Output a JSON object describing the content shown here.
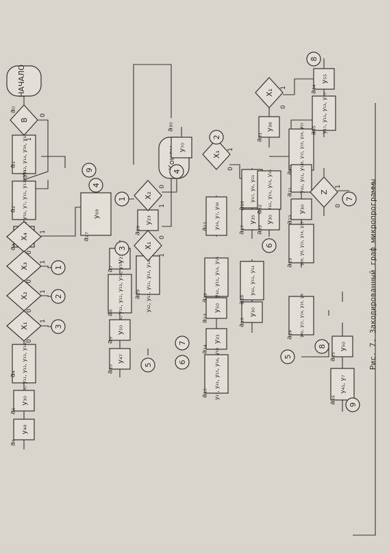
{
  "figure": {
    "caption": "Рис. 7. Закодированный граф микропрограммы"
  },
  "terminals": {
    "start": "НАЧАЛО",
    "end": "Конец"
  },
  "states": {
    "a0": "a₀",
    "a1": "a₁",
    "a2": "a₂",
    "a3": "a₃",
    "a4": "a₄",
    "a5": "a₅",
    "a6": "a₆",
    "a7": "a₇",
    "a8": "a₈",
    "a9": "a₉",
    "a10": "a₁₀",
    "a11": "a₁₁",
    "a12": "a₁₂",
    "a13": "a₁₃",
    "a14": "a₁₄",
    "a15": "a₁₅",
    "a16": "a₁₆",
    "a17": "a₁₇",
    "a18": "a₁₈",
    "a19": "a₁₉",
    "a20": "a₂₀",
    "a21": "a₂₁",
    "a22": "a₂₂",
    "a23": "a₂₃",
    "a24": "a₂₄",
    "a25": "a₂₅",
    "a26": "a₂₆",
    "a27": "a₂₇",
    "a28": "a₂₈",
    "a29": "a₂₉",
    "a30": "a₃₀",
    "a31": "a₃₁",
    "a32": "a₃₂",
    "a33": "a₃₃",
    "a34": "a₃₄",
    "a35": "a₃₅"
  },
  "blocks": {
    "b_a1": "y₄₃, y₁₃, y₁₄, y₃₉, y₄₇, y₁₆",
    "b_a2": "y₆₄, y₅₀, y₇, y₁₁, y₁₃, y₁₄",
    "b_a3": "y₂₁",
    "b_a4": "y₄₂, y₁₁, y₁₂, y₁₃, y₁₄, y₁₅",
    "b_a5": "y₃₀",
    "b_a6": "y₄₈",
    "b_a27": "y₆₉",
    "b_a7": "y₂₁",
    "b_a8": "y₄₂, y₁₁, y₁₂, y₁₃, y₁₄, y₁₅",
    "b_a9": "y₅₀",
    "b_a10": "y₄₇",
    "b_a28": "y₂₃",
    "b_a29": "y₄₂, y₁₁, y₁₂, y₁₃, y₁₄, y₁₅, y₆₆",
    "b_a30": "y₇₀",
    "b_a11": "y₂₉, y₇, y₃₈",
    "b_a12": "y₄₂, y₁₁, y₁₃, y₁₅",
    "b_a13": "y₅₀",
    "b_a14": "y₂₁",
    "b_a15": "y₁₇, y₄₁, y₁₅, y₁₆, y₅₈",
    "b_a16": "y₄₇, y₆, y₂₁",
    "b_a17": "y₃₅",
    "b_a18": "y₄₂, y₁₁, y₁₄",
    "b_a19": "y₃₀",
    "b_a31": "y₃₈",
    "b_a32": "y₄₂, y₁₁, y₁₃, y₁₅",
    "b_a33": "y₃₀",
    "b_a20": "y₅₈, y₈, y₁₁, y₁₃, y₂₄, y₁₅",
    "b_a21": "y₄₂, y₁₁, y₁₄",
    "b_a22": "y₃₀",
    "b_a23": "y₅₈, y₈, y₁₁, y₁₄, y₂₃",
    "b_a24": "y₄₂, y₁₁, y₁₄, y₂₉, y₈",
    "b_a25": "y₅₀",
    "b_a26": "y₄₁, y₇",
    "b_a34": "y₅₅",
    "b_a35": "y₁₇, y₁₁, y₁₃, y₁₅"
  },
  "conditions": {
    "d_B": "B",
    "d_x4": "X₄",
    "d_x3": "X₃",
    "d_x2_left": "X₂",
    "d_x1_left": "X₁",
    "d_x2_mid": "X₂",
    "d_x1_mid": "X₁",
    "d_x1_right": "X₁",
    "d_x1_top": "X₁",
    "d_z": "Z"
  },
  "connectors": {
    "c1_out": "1",
    "c2_out": "2",
    "c3_out": "3",
    "c4_out": "4",
    "c9_in": "9",
    "c1_in": "1",
    "c3_in": "3",
    "c5_out": "5",
    "c6_in": "6",
    "c7_in": "7",
    "c4_in": "4",
    "c2_in": "2",
    "c6_out": "6",
    "c8_top": "8",
    "c7_out": "7",
    "c5_in": "5",
    "c8_in": "8",
    "c9_out": "9"
  },
  "branch_labels": {
    "one": "1",
    "zero": "0"
  }
}
